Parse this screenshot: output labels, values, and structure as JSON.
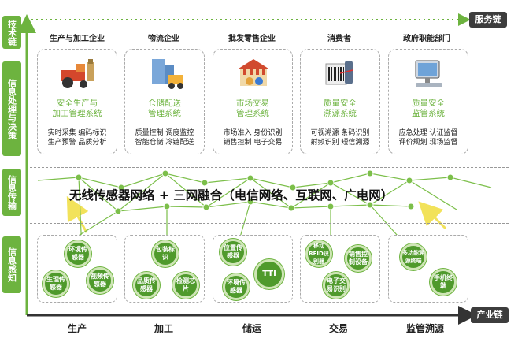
{
  "axes": {
    "top_right": "服务链",
    "bottom_right": "产业链",
    "left_tabs": [
      "技术链",
      "信息处理与决策",
      "信息传输",
      "信息感知"
    ]
  },
  "columns": [
    {
      "title": "生产与加工企业",
      "system": [
        "安全生产与",
        "加工管理系统"
      ],
      "funcs": [
        "实时采集  编码标识",
        "生产预警  品质分析"
      ],
      "icon": "tractor-farm-icon"
    },
    {
      "title": "物流企业",
      "system": [
        "仓储配送",
        "管理系统"
      ],
      "funcs": [
        "质量控制  调度监控",
        "智能仓储  冷链配送"
      ],
      "icon": "warehouse-truck-icon"
    },
    {
      "title": "批发零售企业",
      "system": [
        "市场交易",
        "管理系统"
      ],
      "funcs": [
        "市场准入  身份识别",
        "销售控制  电子交易"
      ],
      "icon": "market-store-icon"
    },
    {
      "title": "消费者",
      "system": [
        "质量安全",
        "溯源系统"
      ],
      "funcs": [
        "可视溯源  条码识别",
        "射频识别  短信溯源"
      ],
      "icon": "barcode-scanner-icon"
    },
    {
      "title": "政府职能部门",
      "system": [
        "质量安全",
        "监管系统"
      ],
      "funcs": [
        "应急处理  认证监督",
        "评价规划  现场监督"
      ],
      "icon": "computer-monitor-icon"
    }
  ],
  "network_text": "无线传感器网络 + 三网融合（电信网络、互联网、广电网）",
  "sensor_groups": [
    {
      "sensors": [
        "环境传感器",
        "生理传感器",
        "视频传感器"
      ]
    },
    {
      "sensors": [
        "包装标识",
        "品质传感器",
        "检测芯片"
      ]
    },
    {
      "sensors": [
        "位置传感器",
        "TTI",
        "环境传感器"
      ]
    },
    {
      "sensors": [
        "移动RFID识别器",
        "销售控制设备",
        "电子交易识别"
      ]
    },
    {
      "sensors": [
        "多功能溯源终端",
        "手机终端"
      ]
    }
  ],
  "industry_chain": [
    "生产",
    "加工",
    "储运",
    "交易",
    "监管溯源"
  ],
  "colors": {
    "accent": "#6db33f",
    "dark": "#3d3d3d",
    "sensor": "#4f9a2c"
  }
}
